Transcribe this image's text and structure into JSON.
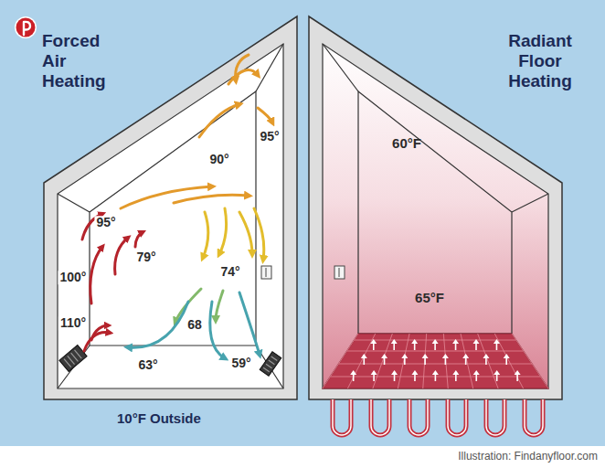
{
  "diagram": {
    "caption": "Illustration: Findanyfloor.com",
    "labels": [
      "Forced Air Heating",
      "Radiant Floor Heating",
      "60°F",
      "95°",
      "90°",
      "95°",
      "79°",
      "100°",
      "74°",
      "65°F",
      "110°",
      "68",
      "63°",
      "59°",
      "10°F Outside"
    ]
  }
}
